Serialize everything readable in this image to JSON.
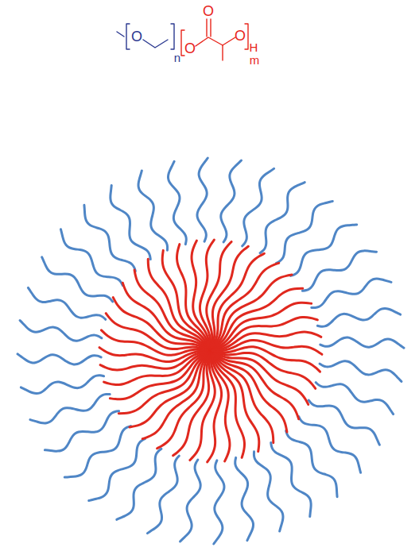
{
  "diagram": {
    "labels": [
      "O",
      "n",
      "O",
      "O",
      "O",
      "H",
      "m"
    ]
  }
}
